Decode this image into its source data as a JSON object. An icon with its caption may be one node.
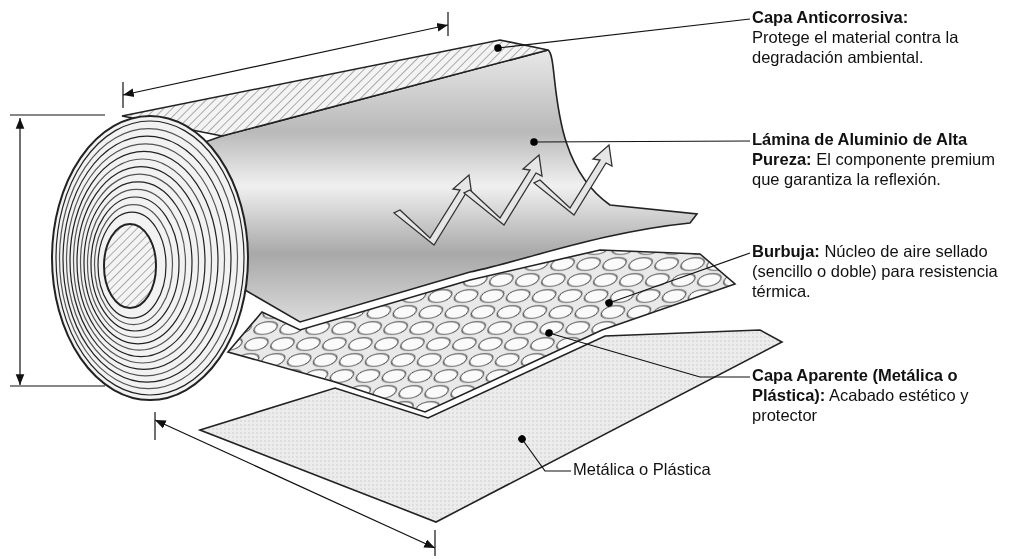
{
  "diagram": {
    "nodes": [
      {
        "text": [
          "Capa Anticorrosiva:",
          "Protege el material contra la degradación ambiental."
        ]
      },
      {
        "text": [],
        "shape": "picture"
      },
      {
        "text": [
          "**Lámina de Aluminio de Alta Pureza:** El componente premium que garantiza la reflexión."
        ]
      },
      {
        "text": [],
        "shape": "picture"
      },
      {
        "text": [
          "**Burbuja:** Núcleo de aire sellado (sencillo o doble) para resistencia térmica."
        ]
      },
      {
        "text": [],
        "shape": "picture"
      },
      {
        "text": [
          "**Capa Aparente (Metálica o Plástica):** Acabado estético y protector"
        ]
      },
      {
        "text": [
          "Metálica o Plástica"
        ]
      },
      {
        "text": [],
        "shape": "picture"
      }
    ],
    "edges": [
      {
        "from": 0,
        "to": 1,
        "arrow": "other"
      },
      {
        "from": 2,
        "to": 3,
        "arrow": "other"
      },
      {
        "from": 4,
        "to": 5,
        "arrow": "other"
      },
      {
        "from": 6,
        "to": 5,
        "arrow": "other"
      },
      {
        "from": 7,
        "to": 8,
        "arrow": "other"
      }
    ]
  }
}
